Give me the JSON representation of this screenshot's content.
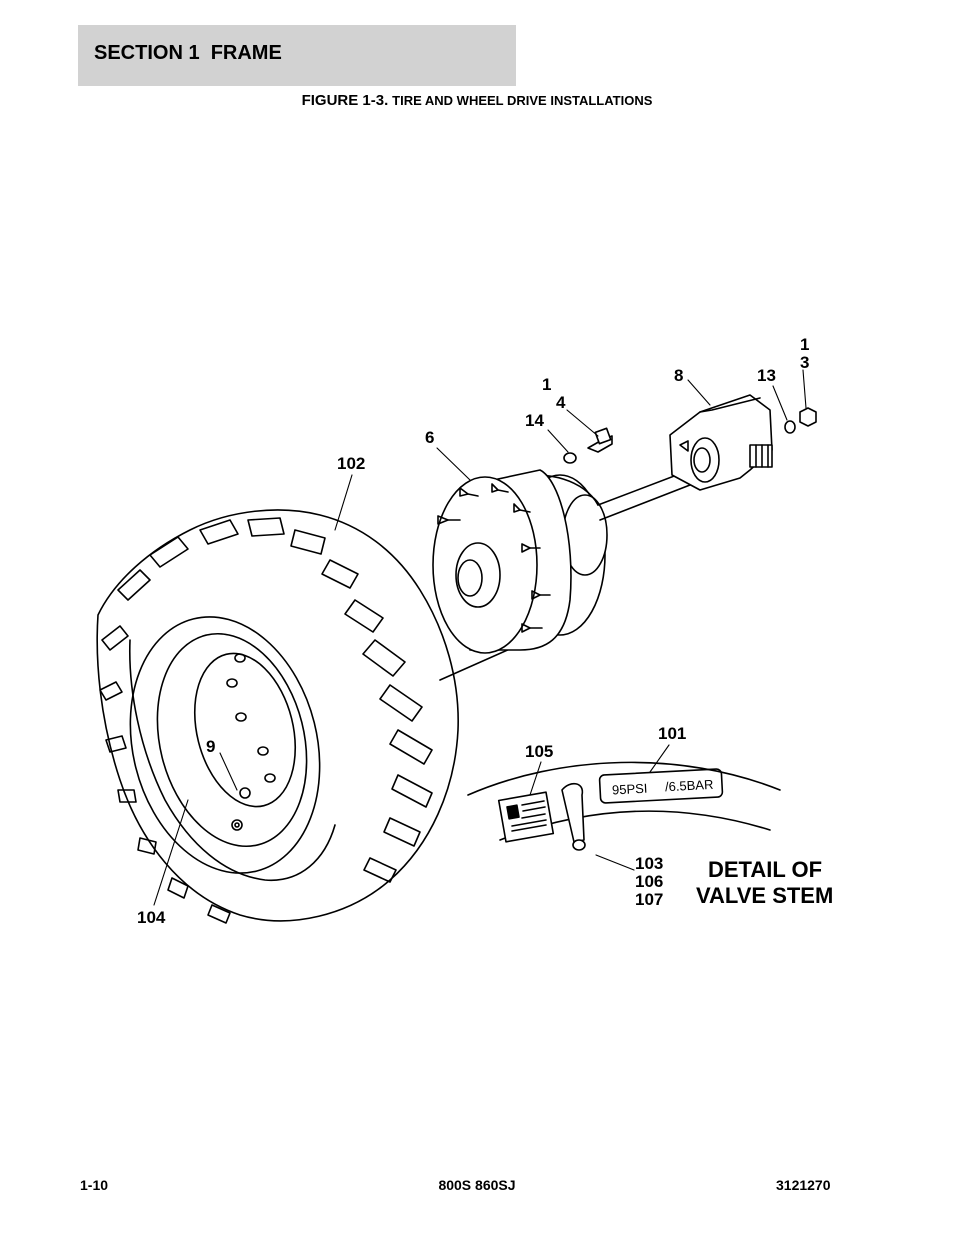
{
  "header": {
    "section_title": "SECTION 1  FRAME",
    "figure_number": "FIGURE 1-3.",
    "figure_title": "TIRE AND WHEEL DRIVE INSTALLATIONS"
  },
  "callouts": {
    "c1": "1",
    "c3": "3",
    "c8": "8",
    "c13": "13",
    "c1b": "1",
    "c4": "4",
    "c14": "14",
    "c6": "6",
    "c102": "102",
    "c101": "101",
    "c105": "105",
    "c9": "9",
    "c103": "103",
    "c106": "106",
    "c107": "107",
    "c104": "104"
  },
  "detail_label": {
    "line1": "DETAIL OF",
    "line2": "VALVE STEM"
  },
  "rim_stamp": {
    "psi": "95PSI",
    "bar": "/6.5BAR"
  },
  "footer": {
    "page": "1-10",
    "model": "800S 860SJ",
    "doc_number": "3121270"
  }
}
